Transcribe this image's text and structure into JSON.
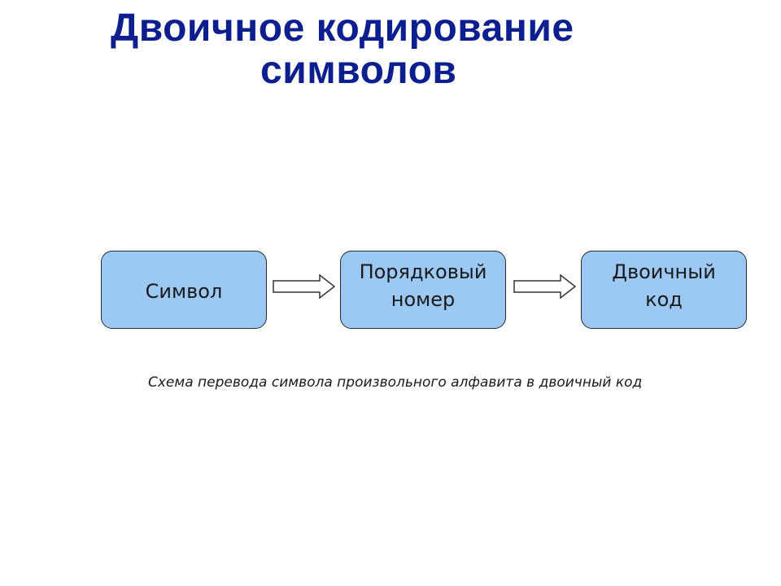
{
  "title": {
    "line1": "Двоичное кодирование",
    "line2": "символов"
  },
  "diagram": {
    "nodes": [
      {
        "id": "symbol",
        "label": "Символ"
      },
      {
        "id": "ordinal",
        "label": "Порядковый\nномер"
      },
      {
        "id": "binary",
        "label": "Двоичный\nкод"
      }
    ],
    "edges": [
      {
        "from": "symbol",
        "to": "ordinal"
      },
      {
        "from": "ordinal",
        "to": "binary"
      }
    ],
    "caption": "Схема перевода символа произвольного алфавита в двоичный код"
  },
  "colors": {
    "title": "#0b1f8f",
    "box_fill": "#9bc8f4",
    "box_border": "#2a2a2a",
    "arrow_fill": "#ffffff",
    "arrow_stroke": "#333333"
  }
}
